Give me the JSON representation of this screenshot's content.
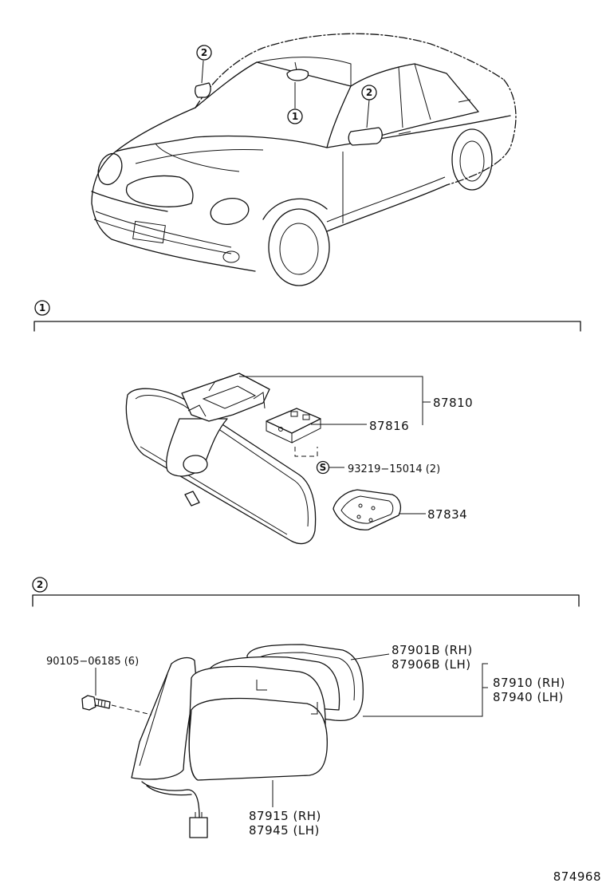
{
  "callouts": {
    "mirror_inner": "1",
    "mirror_outer": "2"
  },
  "sections": [
    {
      "marker": "1"
    },
    {
      "marker": "2"
    }
  ],
  "parts": {
    "p87810": "87810",
    "p87816": "87816",
    "p93219": "93219−15014 (2)",
    "p87834": "87834",
    "s_mark": "S",
    "p87901": "87901B (RH)",
    "p87906": "87906B (LH)",
    "p87910": "87910 (RH)",
    "p87940": "87940 (LH)",
    "p90105": "90105−06185 (6)",
    "p87915": "87915 (RH)",
    "p87945": "87945 (LH)"
  },
  "figure_code": "874968",
  "colors": {
    "ink": "#111111",
    "paper": "#ffffff"
  }
}
